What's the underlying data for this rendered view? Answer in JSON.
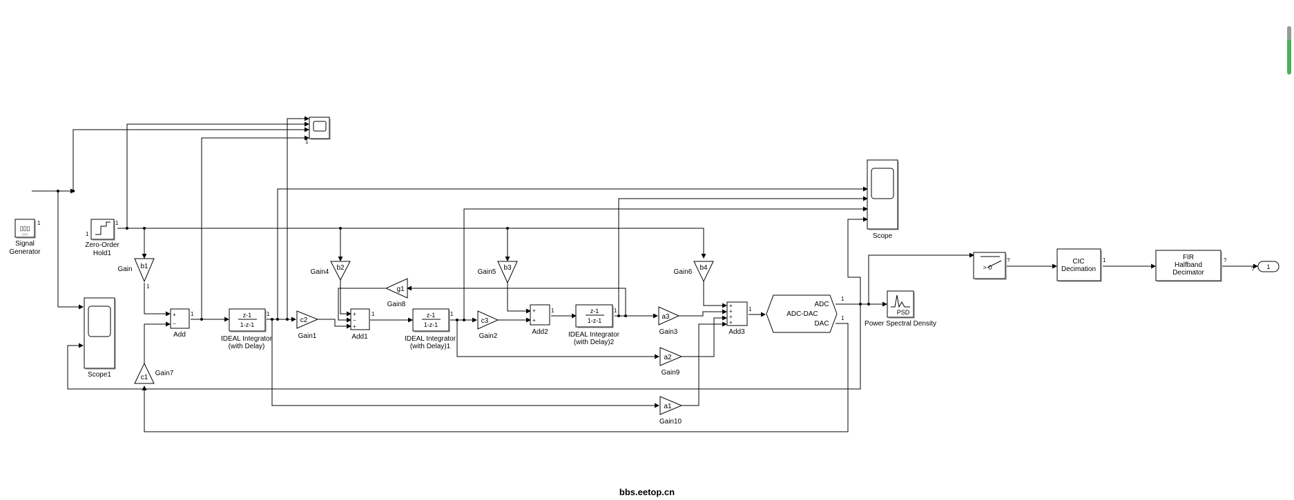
{
  "blocks": {
    "signal_generator": "Signal\nGenerator",
    "zero_order_hold": "Zero-Order\nHold1",
    "gain": "Gain",
    "gain_b1": "b1",
    "gain4": "Gain4",
    "gain_b2": "b2",
    "gain5": "Gain5",
    "gain_b3": "b3",
    "gain6": "Gain6",
    "gain_b4": "b4",
    "gain8": "Gain8",
    "gain_g1": "g1",
    "gain1": "Gain1",
    "gain_c2": "c2",
    "gain2": "Gain2",
    "gain_c3": "c3",
    "gain3": "Gain3",
    "gain_a3": "a3",
    "gain9": "Gain9",
    "gain_a2": "a2",
    "gain10": "Gain10",
    "gain_a1": "a1",
    "gain7": "Gain7",
    "gain_c1": "c1",
    "add": "Add",
    "add1": "Add1",
    "add2": "Add2",
    "add3": "Add3",
    "integrator": "IDEAL Integrator\n(with Delay)",
    "integrator1": "IDEAL Integrator\n(with Delay)1",
    "integrator2": "IDEAL Integrator\n(with Delay)2",
    "tf_num": "z-1",
    "tf_den": "1-z-1",
    "adc_dac": "ADC-DAC",
    "adc": "ADC",
    "dac": "DAC",
    "scope": "Scope",
    "scope1": "Scope1",
    "psd": "PSD",
    "psd_label": "Power Spectral Density",
    "switch_label": "> 0",
    "cic": "CIC\nDecimation",
    "fir": "FIR\nHalfband\nDecimator",
    "outport": "1",
    "q": "?",
    "one": "1"
  },
  "watermark": "bbs.eetop.cn"
}
